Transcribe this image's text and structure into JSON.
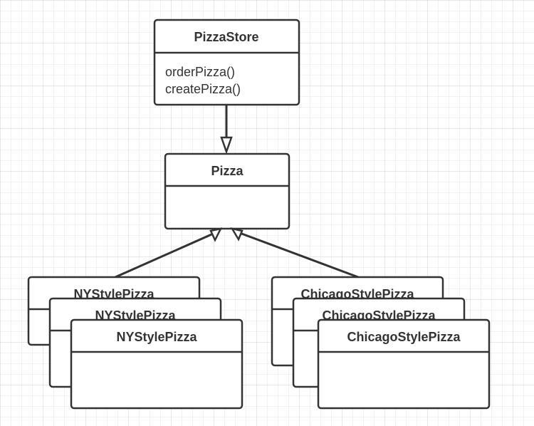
{
  "diagram": {
    "store": {
      "name": "PizzaStore",
      "methods": [
        "orderPizza()",
        "createPizza()"
      ]
    },
    "product": {
      "name": "Pizza"
    },
    "ny_stack": [
      "NYStylePizza",
      "NYStylePizza",
      "NYStylePizza"
    ],
    "chicago_stack": [
      "ChicagoStylePizza",
      "ChicagoStylePizza",
      "ChicagoStylePizza"
    ]
  },
  "colors": {
    "stroke": "#333333",
    "fill": "#ffffff",
    "grid_minor": "#e6e6e6",
    "grid_major": "#d2d2d2"
  }
}
